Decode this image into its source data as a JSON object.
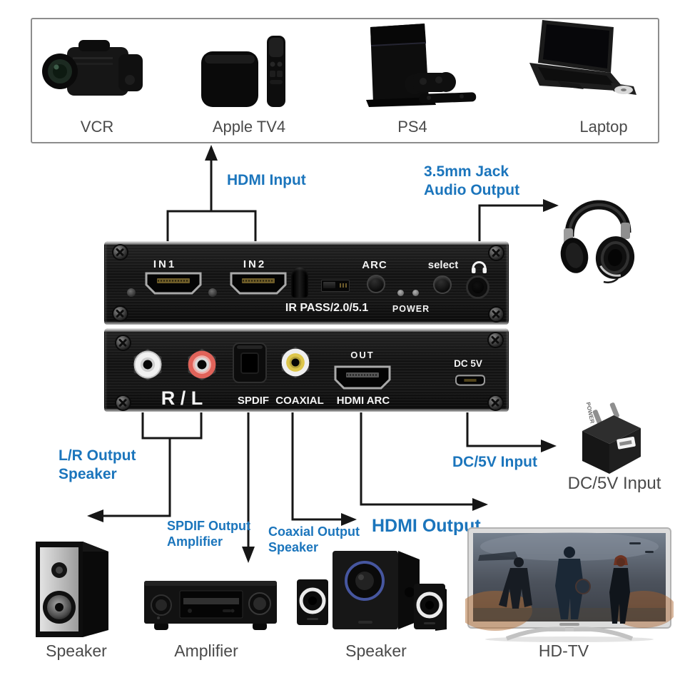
{
  "colors": {
    "accent_blue": "#1b75bc",
    "label_gray": "#4a4a4a",
    "line_black": "#161616"
  },
  "source_box": {
    "items": [
      {
        "label": "VCR"
      },
      {
        "label": "Apple TV4"
      },
      {
        "label": "PS4"
      },
      {
        "label": "Laptop"
      }
    ]
  },
  "annotations": {
    "hdmi_input": "HDMI Input",
    "jack_audio": {
      "line1": "3.5mm Jack",
      "line2": "Audio Output"
    },
    "lr_output": {
      "line1": "L/R Output",
      "line2": "Speaker"
    },
    "spdif_output": {
      "line1": "SPDIF Output",
      "line2": "Amplifier"
    },
    "coaxial_output": {
      "line1": "Coaxial Output",
      "line2": "Speaker"
    },
    "hdmi_output": "HDMI Output",
    "dc_input_blue": "DC/5V Input",
    "dc_input_caption": "DC/5V Input"
  },
  "converter": {
    "front_panel": {
      "in1": "IN1",
      "in2": "IN2",
      "arc": "ARC",
      "select": "select",
      "ir_pass": "IR PASS/2.0/5.1",
      "power": "POWER"
    },
    "rear_panel": {
      "rl": "R / L",
      "spdif": "SPDIF",
      "coaxial": "COAXIAL",
      "out": "OUT",
      "hdmi_arc": "HDMI ARC",
      "dc5v": "DC 5V"
    }
  },
  "power_adapter": {
    "side_text": "POWER"
  },
  "output_devices": {
    "speaker_left": "Speaker",
    "amplifier": "Amplifier",
    "speaker_set": "Speaker",
    "hdtv": "HD-TV"
  }
}
